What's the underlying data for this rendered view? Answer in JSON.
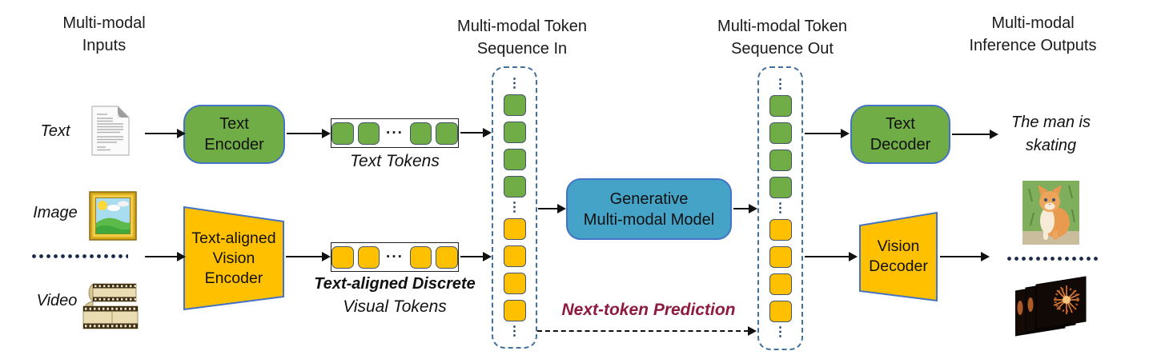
{
  "headings": {
    "inputs_line1": "Multi-modal",
    "inputs_line2": "Inputs",
    "seq_in_line1": "Multi-modal Token",
    "seq_in_line2": "Sequence In",
    "seq_out_line1": "Multi-modal Token",
    "seq_out_line2": "Sequence Out",
    "outputs_line1": "Multi-modal",
    "outputs_line2": "Inference Outputs"
  },
  "inputs": {
    "text": "Text",
    "image": "Image",
    "video": "Video"
  },
  "blocks": {
    "text_encoder": {
      "line1": "Text",
      "line2": "Encoder"
    },
    "vision_encoder": {
      "line1": "Text-aligned",
      "line2": "Vision",
      "line3": "Encoder"
    },
    "generative_model": {
      "line1": "Generative",
      "line2": "Multi-modal Model"
    },
    "text_decoder": {
      "line1": "Text",
      "line2": "Decoder"
    },
    "vision_decoder": {
      "line1": "Vision",
      "line2": "Decoder"
    }
  },
  "tokens": {
    "ellipsis": "···",
    "vdots": "⋮",
    "text_tokens_label": "Text Tokens",
    "visual_tokens_label_line1": "Text-aligned Discrete",
    "visual_tokens_label_line2": "Visual Tokens",
    "text_token_strip": [
      "green",
      "green",
      "dots",
      "green",
      "green"
    ],
    "visual_token_strip": [
      "gold",
      "gold",
      "dots",
      "gold",
      "gold"
    ],
    "sequence_in": [
      "vdots",
      "green",
      "green",
      "green",
      "green",
      "vdots",
      "gold",
      "gold",
      "gold",
      "gold",
      "vdots"
    ],
    "sequence_out": [
      "vdots",
      "green",
      "green",
      "green",
      "green",
      "vdots",
      "gold",
      "gold",
      "gold",
      "gold",
      "vdots"
    ]
  },
  "annotations": {
    "next_token_prediction": "Next-token Prediction"
  },
  "outputs": {
    "text_line1": "The man is",
    "text_line2": "skating"
  },
  "icons": {
    "text_input": "document-icon",
    "image_input": "framed-picture-icon",
    "video_input": "film-strip-icon",
    "image_output": "cat-photo",
    "video_output": "fireworks-video-frames",
    "input_ellipsis": "dotted-separator",
    "output_ellipsis": "dotted-separator"
  },
  "colors": {
    "green": "#70AD47",
    "gold": "#FFC000",
    "model_blue": "#44A3C7",
    "box_border_blue": "#4472C4",
    "token_border": "#44546A",
    "sequence_dash": "#41719C",
    "annotation_maroon": "#8E1B3F",
    "arrow_black": "#111111"
  }
}
